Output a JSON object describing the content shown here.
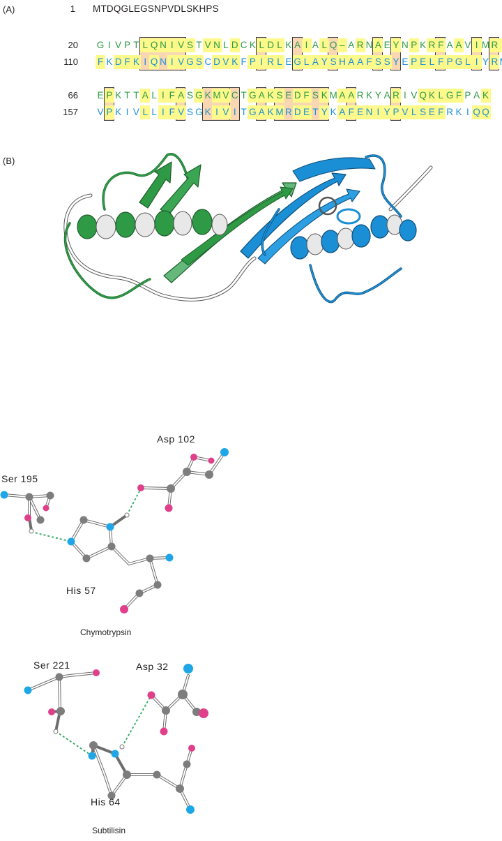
{
  "panel_a": {
    "label": "(A)",
    "header": {
      "number": "1",
      "sequence": "MTDQGLEGSNPVDLSKHPS"
    },
    "blocks": [
      {
        "rows": [
          {
            "number": "20",
            "color": "green",
            "sequence": "GIVPTLQNIVSTVNLDCKLDLKAIALQ–ARNAEYNPKRFAAVIMRIR"
          },
          {
            "number": "110",
            "color": "blue",
            "sequence": "FKDFKIQNIVGSCDVKFPIRLEGLAYSHAAFSSYEPELFPGLIYRMK"
          }
        ]
      },
      {
        "rows": [
          {
            "number": "66",
            "color": "green",
            "sequence": "EPKTTALIFASGKMVCTGAKSEDFSKMAARKYARIVQKLGFPAK"
          },
          {
            "number": "157",
            "color": "blue",
            "sequence": "VPKIVLLIFVSGKIVITGAKMRDETYKAFENIYPVLSEFRKIQQ"
          }
        ]
      }
    ]
  },
  "panel_b": {
    "label": "(B)"
  },
  "active_sites": [
    {
      "enzyme": "Chymotrypsin",
      "residues": [
        "Ser 195",
        "Asp 102",
        "His 57"
      ]
    },
    {
      "enzyme": "Subtilisin",
      "residues": [
        "Ser 221",
        "Asp 32",
        "His 64"
      ]
    }
  ],
  "colors": {
    "green_domain": "#2f9a45",
    "blue_domain": "#1b8fd6",
    "identity_highlight": "#fdf98a",
    "box_fill": "#f9d7b3",
    "oxygen": "#e0408a",
    "nitrogen": "#1ea6e6",
    "carbon": "#7d7d7d",
    "hbond": "#29a95a"
  }
}
